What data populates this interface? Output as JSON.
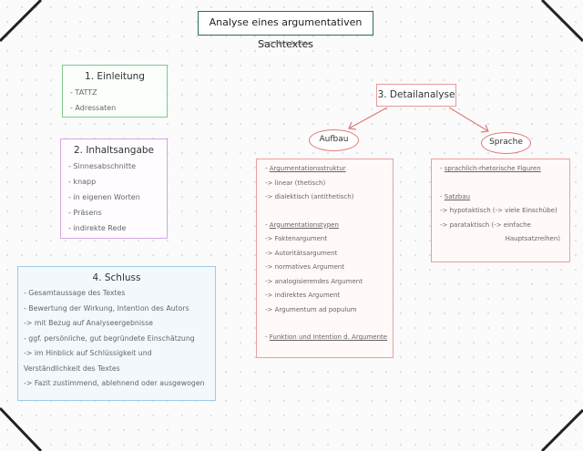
{
  "title": "Analyse eines argumentativen Sachtextes",
  "subtitle": "-> grober Aufbau",
  "einleitung": {
    "heading": "1. Einleitung",
    "items": [
      "- TATTZ",
      "- Adressaten"
    ]
  },
  "inhaltsangabe": {
    "heading": "2. Inhaltsangabe",
    "items": [
      "- Sinnesabschnitte",
      "- knapp",
      "- in eigenen Worten",
      "- Präsens",
      "- indirekte Rede"
    ]
  },
  "schluss": {
    "heading": "4. Schluss",
    "items": [
      "- Gesamtaussage des Textes",
      "- Bewertung der Wirkung, Intention des Autors",
      "-> mit Bezug auf Analyseergebnisse",
      "- ggf. persönliche, gut begründete Einschätzung",
      "-> im Hinblick auf Schlüssigkeit und",
      "Verständlichkeit des Textes",
      "-> Fazit zustimmend, ablehnend oder ausgewogen"
    ]
  },
  "detailanalyse": {
    "heading": "3. Detailanalyse",
    "aufbau_label": "Aufbau",
    "sprache_label": "Sprache",
    "aufbau": {
      "struktur_heading": "Argumentationsstruktur",
      "struktur_items": [
        "-> linear (thetisch)",
        "-> dialektisch (antithetisch)"
      ],
      "typen_heading": "Argumentationstypen",
      "typen_items": [
        "-> Faktenargument",
        "-> Autoritätsargument",
        "-> normatives Argument",
        "-> analogisierendes Argument",
        "-> indirektes Argument",
        "-> Argumentum ad populum"
      ],
      "funktion": "Funktion und Intention d. Argumente"
    },
    "sprache": {
      "figuren": "sprachlich-rhetorische Figuren",
      "satzbau_heading": "Satzbau",
      "hypotaktisch": "-> hypotaktisch (-> viele Einschübe)",
      "parataktisch": "-> parataktisch (-> einfache",
      "parataktisch_cont": "Hauptsatzreihen)"
    }
  },
  "colors": {
    "title_border": "#2e6b5a",
    "einleitung": "#7fc98f",
    "inhaltsangabe": "#d4a6e4",
    "schluss": "#9ecbe6",
    "detailanalyse": "#e79a9a"
  }
}
